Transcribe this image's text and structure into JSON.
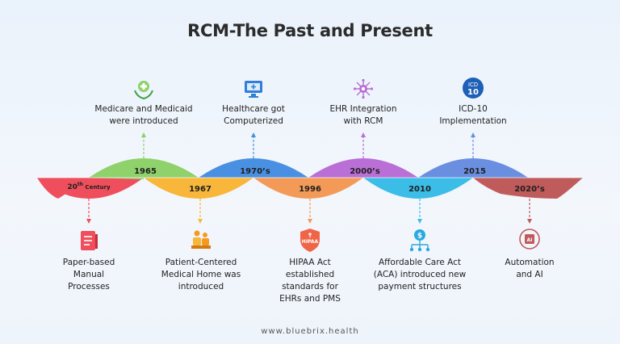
{
  "title": "RCM-The Past and Present",
  "footer": "www.bluebrix.health",
  "upper_events": [
    {
      "year": "1965",
      "label": "Medicare and Medicaid were introduced",
      "icon": "hands-medical-cross-icon",
      "color": "#8fd16b"
    },
    {
      "year": "1970’s",
      "label": "Healthcare got Computerized",
      "icon": "computer-monitor-icon",
      "color": "#4a90e2"
    },
    {
      "year": "2000’s",
      "label": "EHR Integration with RCM",
      "icon": "network-integration-icon",
      "color": "#b96fd6"
    },
    {
      "year": "2015",
      "label": "ICD-10 Implementation",
      "icon": "icd10-badge-icon",
      "color": "#6b8fe0"
    }
  ],
  "lower_events": [
    {
      "year": "20",
      "year_sup": "th",
      "year_suffix": " Century",
      "label": "Paper-based Manual Processes",
      "icon": "paper-document-icon",
      "color": "#ef4f5c"
    },
    {
      "year": "1967",
      "label": "Patient-Centered Medical Home was introduced",
      "icon": "patient-doctor-icon",
      "color": "#f8b73a"
    },
    {
      "year": "1996",
      "label": "HIPAA Act established standards for EHRs and PMS",
      "icon": "hipaa-shield-icon",
      "badge": "HIPAA",
      "color": "#f39a58"
    },
    {
      "year": "2010",
      "label": "Affordable Care Act (ACA) introduced new payment structures",
      "icon": "dollar-network-icon",
      "color": "#3bbde8"
    },
    {
      "year": "2020’s",
      "label": "Automation and AI",
      "icon": "ai-chip-icon",
      "color": "#c05b5b"
    }
  ],
  "icd_badge": {
    "top": "ICD",
    "bottom": "10"
  }
}
